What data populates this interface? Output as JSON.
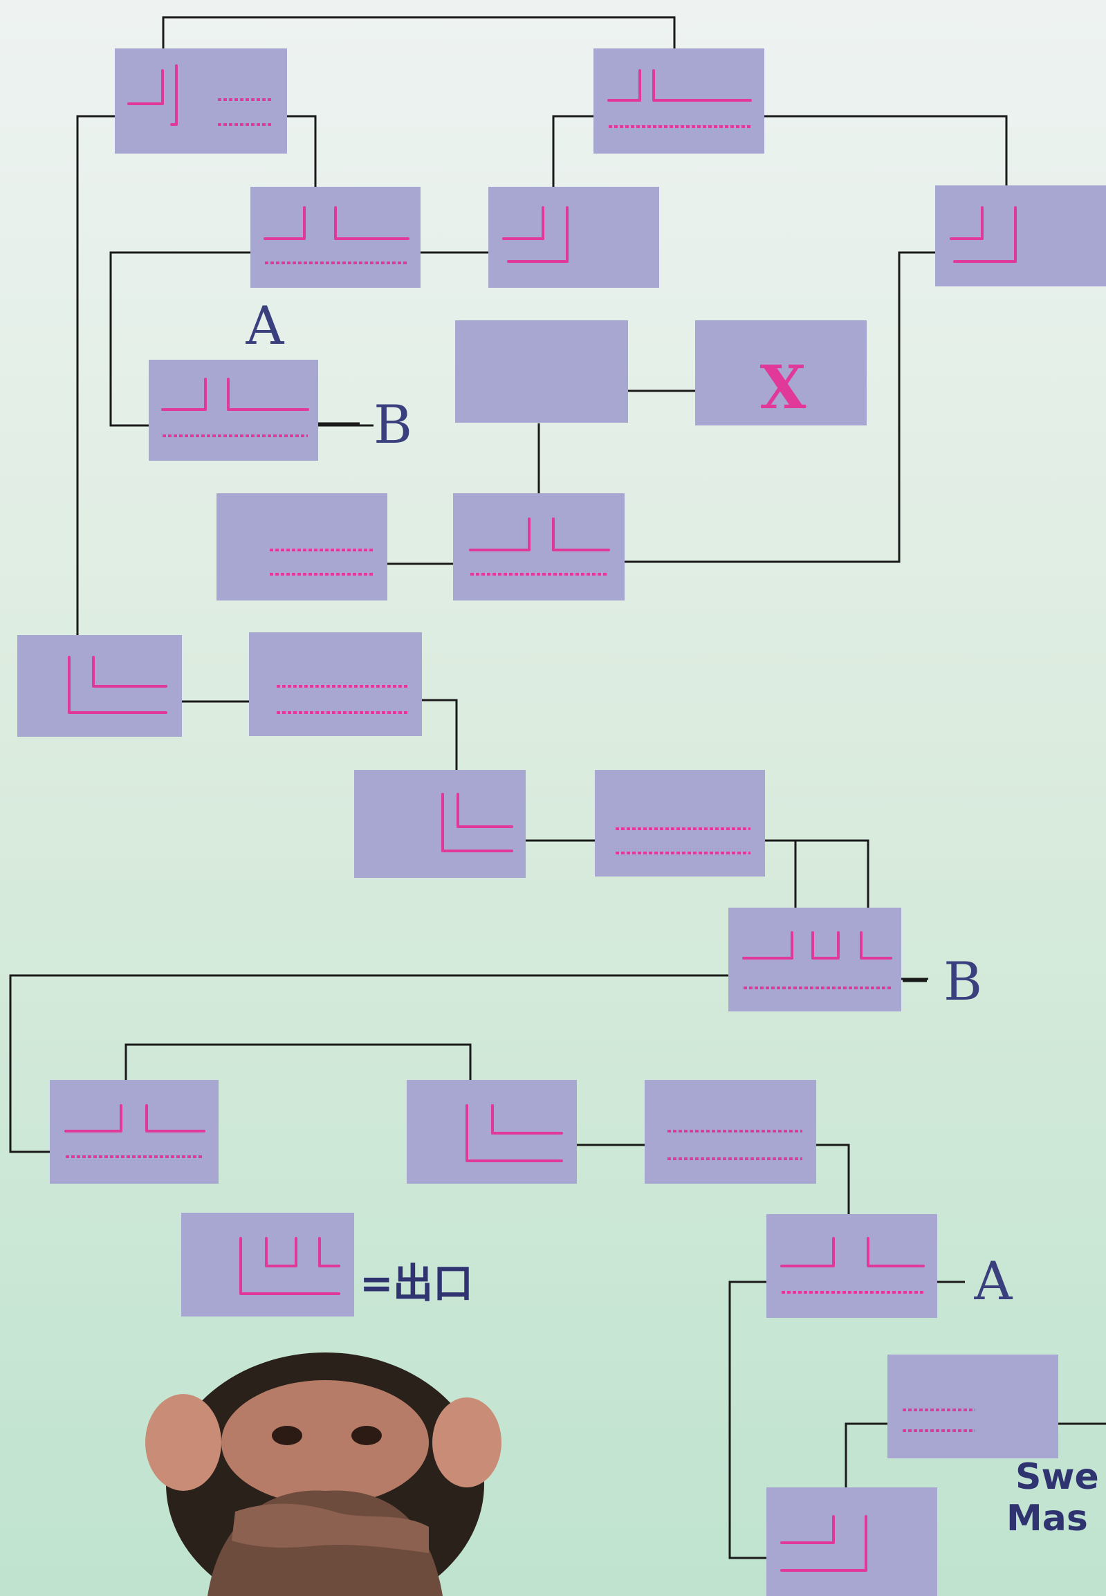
{
  "labels": {
    "a_top": "A",
    "b_top": "B",
    "x_room": "X",
    "b_mid": "B",
    "a_bottom": "A",
    "exit_eq": "=",
    "exit_text": "出口",
    "cut_text_line1": "Swe",
    "cut_text_line2": "Mas"
  },
  "colors": {
    "room": "#a7a7d2",
    "marks": "#e0399a",
    "labels": "#3a3f7e"
  },
  "photo": {
    "subject": "chimpanzee covering mouth",
    "icon": "chimpanzee-photo"
  }
}
